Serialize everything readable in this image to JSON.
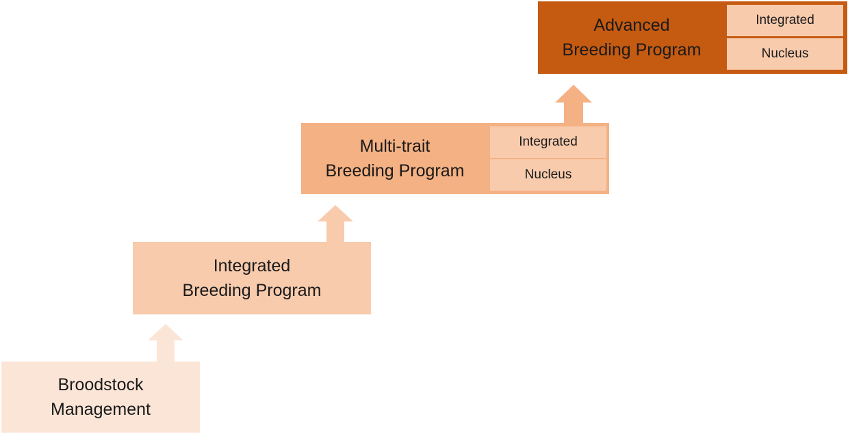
{
  "colors": {
    "stage1_fill": "#fbe5d6",
    "stage2_fill": "#f8cbad",
    "stage3_fill": "#f4b183",
    "stage3_sub_fill": "#f8cbad",
    "stage4_fill": "#c55a11",
    "stage4_sub_fill": "#f8cbad",
    "arrow1_fill": "#fbe5d6",
    "arrow2_fill": "#f8cbad",
    "arrow3_fill": "#f4b183"
  },
  "stages": [
    {
      "line1": "Broodstock",
      "line2": "Management"
    },
    {
      "line1": "Integrated",
      "line2": "Breeding Program"
    },
    {
      "line1": "Multi-trait",
      "line2": "Breeding Program",
      "sub_top": "Integrated",
      "sub_bottom": "Nucleus"
    },
    {
      "line1": "Advanced",
      "line2": "Breeding Program",
      "sub_top": "Integrated",
      "sub_bottom": "Nucleus"
    }
  ],
  "icons": {
    "arrow": "up-arrow-icon"
  }
}
